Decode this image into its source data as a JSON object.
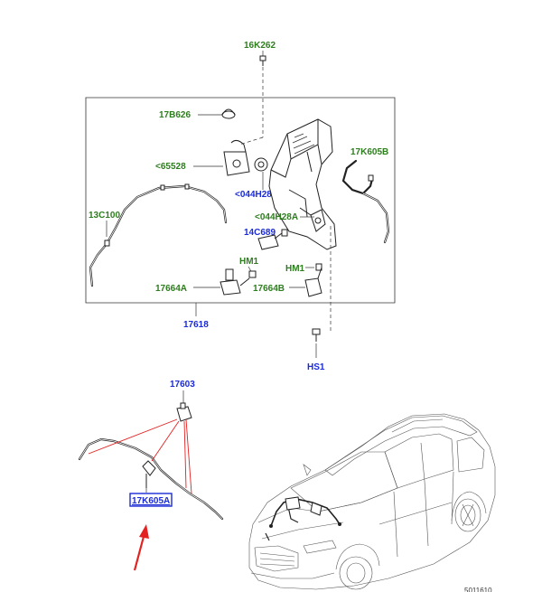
{
  "diagram": {
    "labels": {
      "p16K262": "16K262",
      "p17B626": "17B626",
      "p65528": "<65528",
      "p044H28B": "<044H28B",
      "p17K605B": "17K605B",
      "p13C100": "13C100",
      "p044H28A": "<044H28A",
      "p14C689": "14C689",
      "pHM1a": "HM1",
      "pHM1b": "HM1",
      "p17664A": "17664A",
      "p17664B": "17664B",
      "p17618": "17618",
      "pHS1": "HS1",
      "p17603": "17603",
      "p17K605A": "17K605A"
    },
    "figure_code": "5011610",
    "colors": {
      "green_label": "#2e7d1f",
      "blue_label": "#1b2bd6",
      "highlight_box": "#1b2bd6",
      "arrow": "#e32222",
      "callout_lines": "#e32222"
    }
  }
}
